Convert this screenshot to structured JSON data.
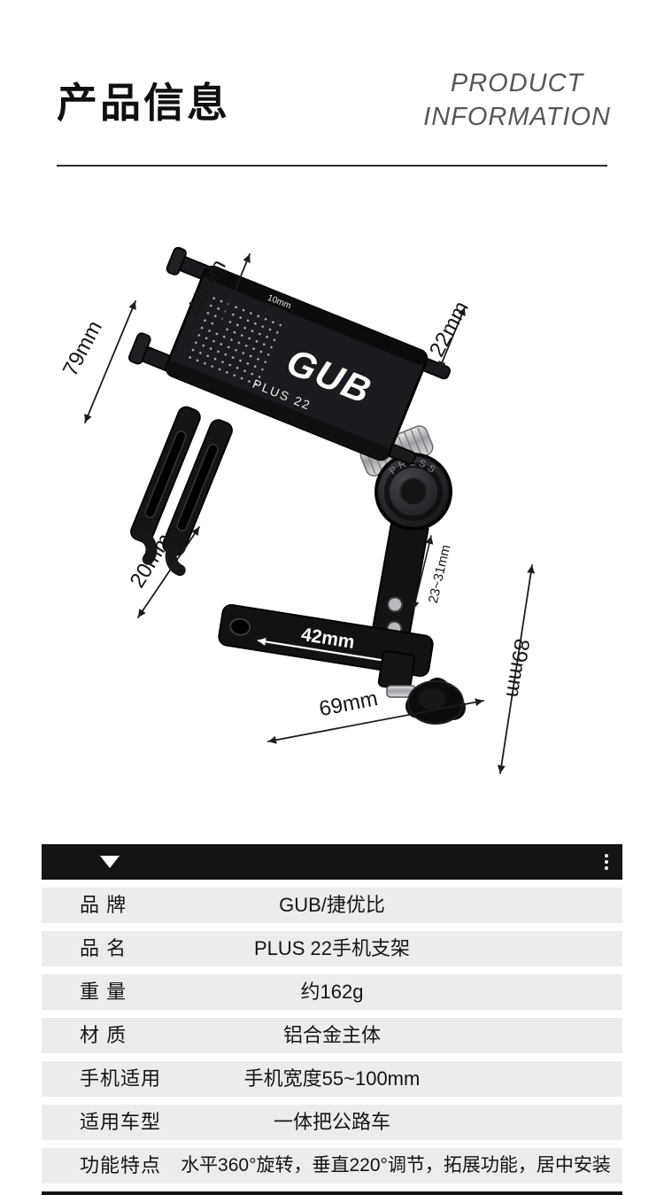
{
  "header": {
    "title": "产品信息",
    "subtitle_line1": "PRODUCT",
    "subtitle_line2": "INFORMATION"
  },
  "product": {
    "brand_logo": "GUB",
    "model_label": "PLUS 22",
    "press_label": "PRESS",
    "plate_marking": "10mm",
    "dimensions": {
      "plate_outer_width": "79mm",
      "plate_inner_width": "44mm",
      "side_thickness": "22mm",
      "hook_depth": "20mm",
      "clamp_range": "23~31mm",
      "arm_slot_length": "42mm",
      "arm_length": "69mm",
      "total_height": "89mm"
    }
  },
  "spec_table": {
    "rows": [
      {
        "label": "品 牌",
        "value": "GUB/捷优比"
      },
      {
        "label": "品 名",
        "value": "PLUS 22手机支架"
      },
      {
        "label": "重 量",
        "value": "约162g"
      },
      {
        "label": "材 质",
        "value": "铝合金主体"
      },
      {
        "label": "手机适用",
        "value": "手机宽度55~100mm"
      },
      {
        "label": "适用车型",
        "value": "一体把公路车"
      },
      {
        "label": "功能特点",
        "value": "水平360°旋转，垂直220°调节，拓展功能，居中安装"
      }
    ]
  },
  "colors": {
    "table_header_bg": "#141414",
    "row_bg": "#ececec",
    "title_color": "#101010",
    "subtitle_color": "#565656",
    "product_body": "#1b1b1f"
  }
}
